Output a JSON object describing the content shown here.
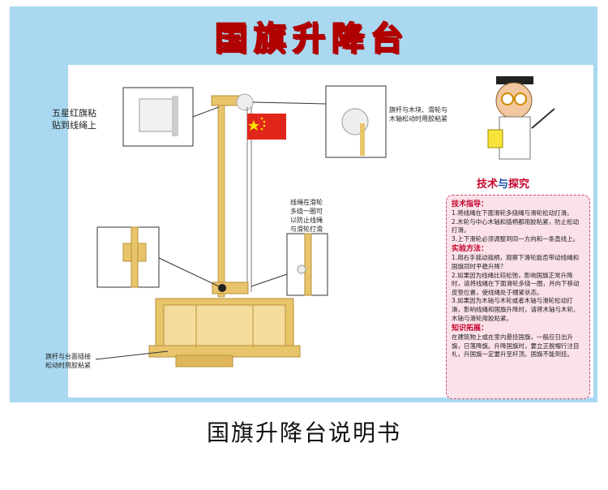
{
  "title_chars": [
    "国",
    "旗",
    "升",
    "降",
    "台"
  ],
  "labels": {
    "star_flag": "五星红旗粘",
    "star_flag2": "贴到线绳上",
    "pole_note": "旗杆与木块、滑轮与",
    "pole_note2": "木轴松动时用胶粘紧",
    "rope_note": "线绳在滑轮",
    "rope_note2": "多绕一圈可",
    "rope_note3": "以防止线绳",
    "rope_note4": "与滑轮打滑",
    "base_note": "旗杆与台面插接",
    "base_note2": "松动时用胶粘紧"
  },
  "tech_title": {
    "a": "技术",
    "b": "与",
    "c": "探究"
  },
  "info": {
    "h1": "技术指导：",
    "p1": "1.将线绳在下面滑轮多绕绳与滑轮松动打滑。",
    "p2": "2.木轮与中心木轴和插柄都用胶粘紧，防止松动打滑。",
    "p3": "3.上下滑轮必须调整到同一方向和一条直线上。",
    "h2": "实验方法：",
    "p4": "1.用右手摇动摇柄，观察下滑轮能否带动线绳和国旗同时平稳升降？",
    "p5": "2.如果因为线绳比较松弛，影响国旗正常升降时，请将线绳在下面滑轮多绕一圈，并向下移动皮垫位置，使线绳处于绷紧状态。",
    "p6": "3.如果因为木轴与木轮或者木轴与滑轮松动打滑，影响线绳和国旗升降时，请将木轴与木轮、木轴与滑轮用胶粘紧。",
    "h3": "知识拓展：",
    "p7": "在建筑物上或在室内悬挂国旗，一般应日出升旗，日落降旗。升降国旗时，要立正脱帽行注目礼，升国旗一定要升至杆顶。国旗不能到挂。"
  },
  "caption": "国旗升降台说明书",
  "colors": {
    "sheet": "#a9d8f0",
    "title_fill": "#d9a400",
    "title_stroke": "#b00000",
    "accent": "#c4002a",
    "wood": "#e8c46a"
  }
}
